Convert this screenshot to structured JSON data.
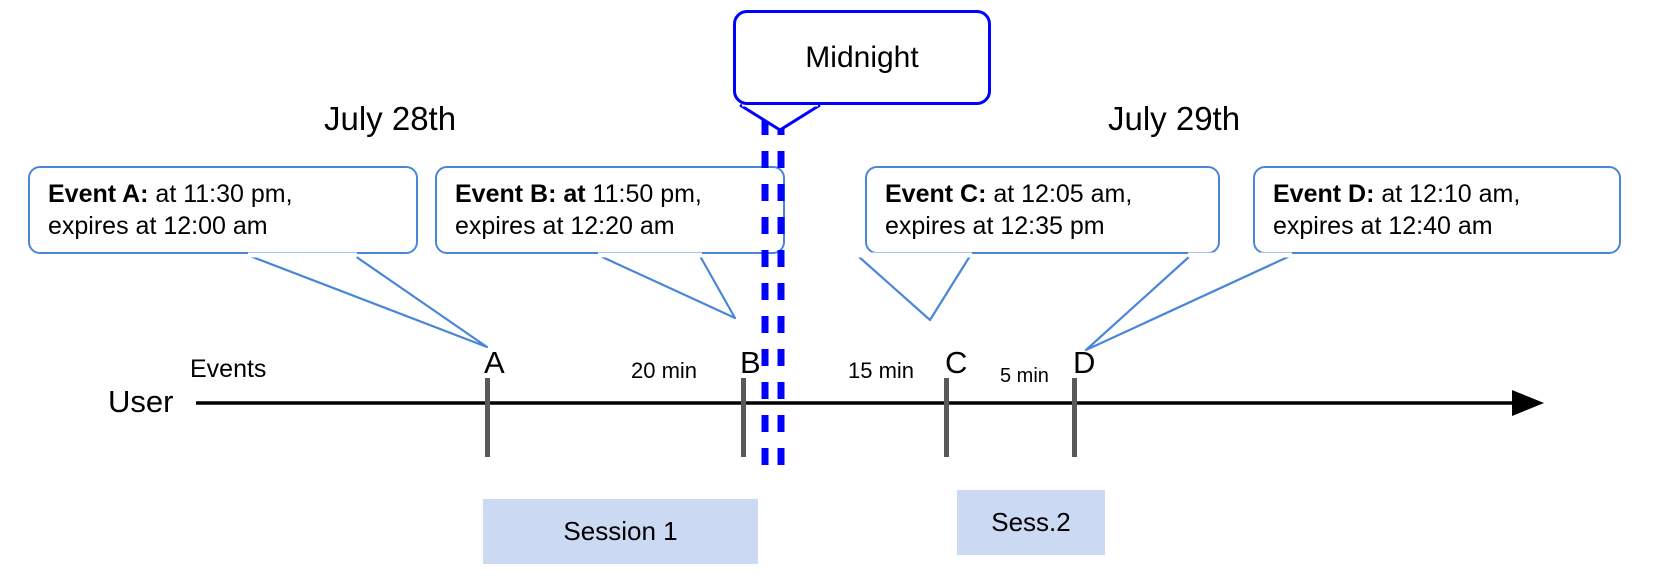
{
  "diagram": {
    "title_callout": {
      "label": "Midnight"
    },
    "dates": [
      {
        "label": "July 28th"
      },
      {
        "label": "July 29th"
      }
    ],
    "row_labels": {
      "events": "Events",
      "user": "User"
    },
    "event_callouts": [
      {
        "id": "A",
        "bold": "Event A:",
        "rest_line1": " at 11:30 pm,",
        "line2": "expires at 12:00 am"
      },
      {
        "id": "B",
        "bold": "Event B: at",
        "rest_line1": " 11:50 pm,",
        "line2": "expires at 12:20 am"
      },
      {
        "id": "C",
        "bold": "Event C:",
        "rest_line1": " at 12:05 am,",
        "line2": "expires at 12:35 pm"
      },
      {
        "id": "D",
        "bold": "Event D:",
        "rest_line1": "  at 12:10 am,",
        "line2": "expires at 12:40 am"
      }
    ],
    "event_markers": [
      {
        "letter": "A"
      },
      {
        "letter": "B"
      },
      {
        "letter": "C"
      },
      {
        "letter": "D"
      }
    ],
    "intervals": [
      {
        "label": "20 min"
      },
      {
        "label": "15 min"
      },
      {
        "label": "5 min"
      }
    ],
    "sessions": [
      {
        "label": "Session 1"
      },
      {
        "label": "Sess.2"
      }
    ],
    "colors": {
      "callout_border": "#4a86d8",
      "midnight_line": "#0000ff",
      "session_fill": "#ccd9f2",
      "tick": "#595959",
      "axis": "#000000"
    }
  }
}
